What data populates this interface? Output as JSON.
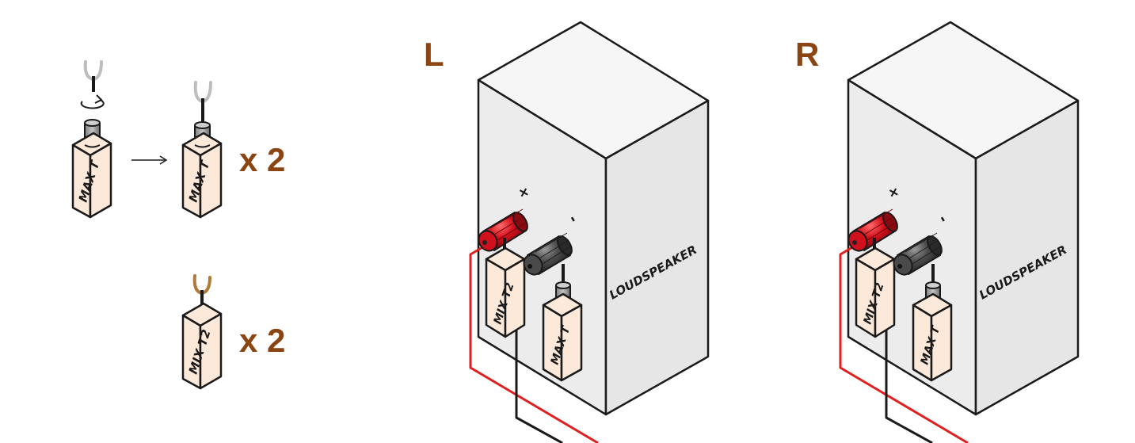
{
  "left_panel": {
    "max_t_label": "MAX T",
    "mix_t2_label": "MIX T2",
    "qty_max": "x 2",
    "qty_mix": "x 2"
  },
  "speakers": {
    "left": {
      "channel": "L",
      "name": "LOUDSPEAKER",
      "plus": "+",
      "minus": "-",
      "mix_label": "MIX T2",
      "max_label": "MAX T"
    },
    "right": {
      "channel": "R",
      "name": "LOUDSPEAKER",
      "plus": "+",
      "minus": "-",
      "mix_label": "MIX T2",
      "max_label": "MAX T"
    }
  },
  "colors": {
    "accent_text": "#8b4513",
    "plug_body": "#fde9d9",
    "speaker_body": "#ececec",
    "red_terminal": "#c8102e",
    "black_terminal": "#3a3a3a",
    "red_wire": "#e02020",
    "black_wire": "#1a1a1a",
    "bare_wire": "#bdbdbd",
    "copper_wire": "#b07a3a"
  }
}
